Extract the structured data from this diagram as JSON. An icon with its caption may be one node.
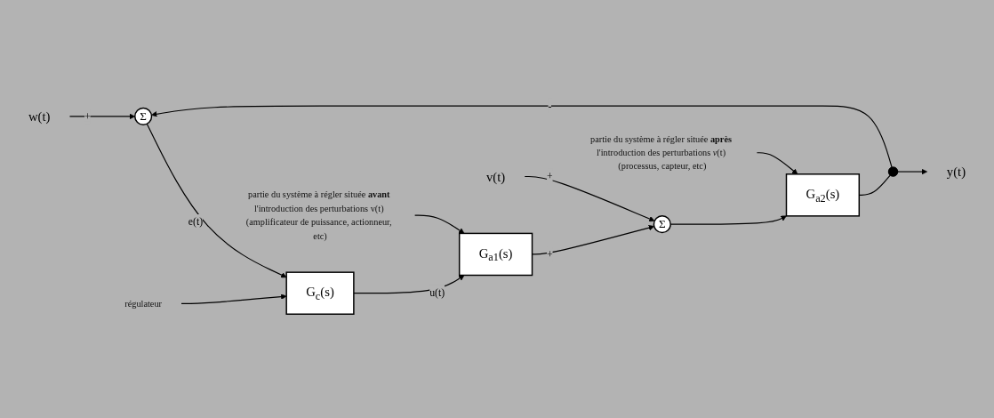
{
  "diagram": {
    "nodes": [
      {
        "text": [
          "w(t)"
        ]
      },
      {
        "text": [
          "Σ"
        ]
      },
      {
        "text": [
          "G$_{c}$(s)"
        ]
      },
      {
        "text": [
          "G$_{a1}$(s)"
        ]
      },
      {
        "text": [
          "v(t)"
        ]
      },
      {
        "text": [
          "Σ"
        ]
      },
      {
        "text": [
          "G$_{a2}$(s)"
        ]
      },
      {
        "text": [],
        "shape": "circle"
      },
      {
        "text": [
          "y(t)"
        ]
      },
      {
        "text": [
          "régulateur"
        ]
      },
      {
        "text": [
          "partie du système à régler située **avant** l'introduction des perturbations v(t) (amplificateur de puissance, actionneur, etc)"
        ]
      },
      {
        "text": [
          "partie du système à régler située **après** l'introduction des perturbations *v*(t) (processus, capteur, etc)"
        ]
      }
    ],
    "edges": [
      {
        "from": 0,
        "to": 1,
        "arrow": "to",
        "label": "+"
      },
      {
        "from": 1,
        "to": 2,
        "arrow": "to",
        "label": "e(t)"
      },
      {
        "from": 2,
        "to": 3,
        "arrow": "to",
        "label": "u(t)"
      },
      {
        "from": 3,
        "to": 5,
        "arrow": "to",
        "label": "+"
      },
      {
        "from": 4,
        "to": 5,
        "arrow": "to",
        "label": "+"
      },
      {
        "from": 5,
        "to": 6,
        "arrow": "to"
      },
      {
        "from": 6,
        "to": 7,
        "arrow": "none"
      },
      {
        "from": 7,
        "to": 8,
        "arrow": "to"
      },
      {
        "from": 7,
        "to": 1,
        "arrow": "to",
        "label": "-"
      },
      {
        "from": 9,
        "to": 2,
        "arrow": "to"
      },
      {
        "from": 10,
        "to": 3,
        "arrow": "to"
      },
      {
        "from": 11,
        "to": 6,
        "arrow": "to"
      }
    ]
  }
}
